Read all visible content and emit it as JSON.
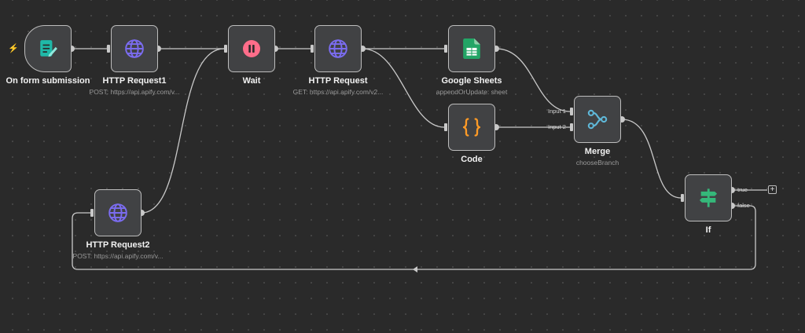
{
  "nodes": {
    "form_trigger": {
      "title": "On form submission",
      "icon": "form-icon"
    },
    "http1": {
      "title": "HTTP Request1",
      "subtitle": "POST: https://api.apify.com/v...",
      "icon": "globe-icon"
    },
    "wait": {
      "title": "Wait",
      "icon": "pause-icon"
    },
    "http": {
      "title": "HTTP Request",
      "subtitle": "GET: https://api.apify.com/v2...",
      "icon": "globe-icon"
    },
    "sheets": {
      "title": "Google Sheets",
      "subtitle": "appendOrUpdate: sheet",
      "icon": "google-sheets-icon"
    },
    "code": {
      "title": "Code",
      "icon": "curly-braces-icon"
    },
    "merge": {
      "title": "Merge",
      "subtitle": "chooseBranch",
      "icon": "merge-icon"
    },
    "if": {
      "title": "If",
      "icon": "signpost-icon"
    },
    "http2": {
      "title": "HTTP Request2",
      "subtitle": "POST: https://api.apify.com/v...",
      "icon": "globe-icon"
    }
  },
  "ports": {
    "merge_input1": "Input 1",
    "merge_input2": "Input 2",
    "if_true": "true",
    "if_false": "false"
  },
  "add_button": "+",
  "colors": {
    "canvas": "#2a2a2a",
    "node_bg": "#414244",
    "node_border": "#bdbdbd",
    "wire": "#c9c9c9",
    "globe": "#7b6cf0",
    "wait": "#ff6d8a",
    "sheets": "#23a566",
    "code": "#ff9b26",
    "merge": "#5fb8d9",
    "if": "#35b87a",
    "trigger": "#1fb9a8",
    "bolt": "#ff6d5a"
  }
}
